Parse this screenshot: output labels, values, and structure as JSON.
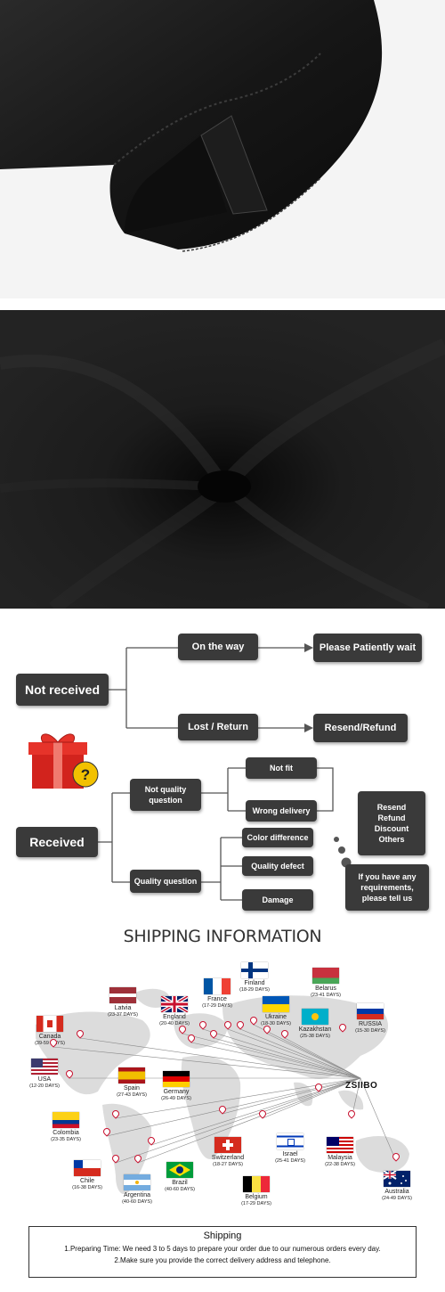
{
  "flow": {
    "not_received": "Not received",
    "on_the_way": "On the way",
    "please_wait": "Please Patiently wait",
    "lost_return": "Lost / Return",
    "resend_refund": "Resend/Refund",
    "received": "Received",
    "not_quality_question": "Not quality question",
    "quality_question": "Quality question",
    "not_fit": "Not fit",
    "wrong_delivery": "Wrong delivery",
    "color_difference": "Color difference",
    "quality_defect": "Quality defect",
    "damage": "Damage",
    "options": [
      "Resend",
      "Refund",
      "Discount",
      "Others"
    ],
    "requirements": "If you have any requirements, please tell us"
  },
  "shipping": {
    "title": "SHIPPING INFORMATION",
    "brand": "ZSIIBO",
    "box_title": "Shipping",
    "line1": "1.Preparing Time: We need 3 to 5 days to prepare your order due to our numerous orders every day.",
    "line2": "2.Make sure you provide the correct delivery address and telephone."
  },
  "countries": [
    {
      "name": "Finland",
      "days": "(18-29 DAYS)"
    },
    {
      "name": "Belarus",
      "days": "(23-41 DAYS)"
    },
    {
      "name": "Latvia",
      "days": "(23-37 DAYS)"
    },
    {
      "name": "France",
      "days": "(17-29 DAYS)"
    },
    {
      "name": "England",
      "days": "(20-40 DAYS)"
    },
    {
      "name": "Ukraine",
      "days": "(18-30 DAYS)"
    },
    {
      "name": "Kazakhstan",
      "days": "(25-38 DAYS)"
    },
    {
      "name": "RUSSIA",
      "days": "(15-30 DAYS)"
    },
    {
      "name": "Canada",
      "days": "(39-59 DAYS)"
    },
    {
      "name": "USA",
      "days": "(12-20 DAYS)"
    },
    {
      "name": "Spain",
      "days": "(27-43 DAYS)"
    },
    {
      "name": "Germany",
      "days": "(26-49 DAYS)"
    },
    {
      "name": "Colombia",
      "days": "(23-35 DAYS)"
    },
    {
      "name": "Switzerland",
      "days": "(18-27 DAYS)"
    },
    {
      "name": "Israel",
      "days": "(25-41 DAYS)"
    },
    {
      "name": "Malaysia",
      "days": "(22-38 DAYS)"
    },
    {
      "name": "Chile",
      "days": "(16-38 DAYS)"
    },
    {
      "name": "Brazil",
      "days": "(40-60 DAYS)"
    },
    {
      "name": "Argentina",
      "days": "(40-60 DAYS)"
    },
    {
      "name": "Belgium",
      "days": "(17-29 DAYS)"
    },
    {
      "name": "Australia",
      "days": "(24-49 DAYS)"
    }
  ],
  "colors": {
    "box": "#3a3a3a",
    "pin": "#c8102e",
    "fabric": "#141414"
  }
}
